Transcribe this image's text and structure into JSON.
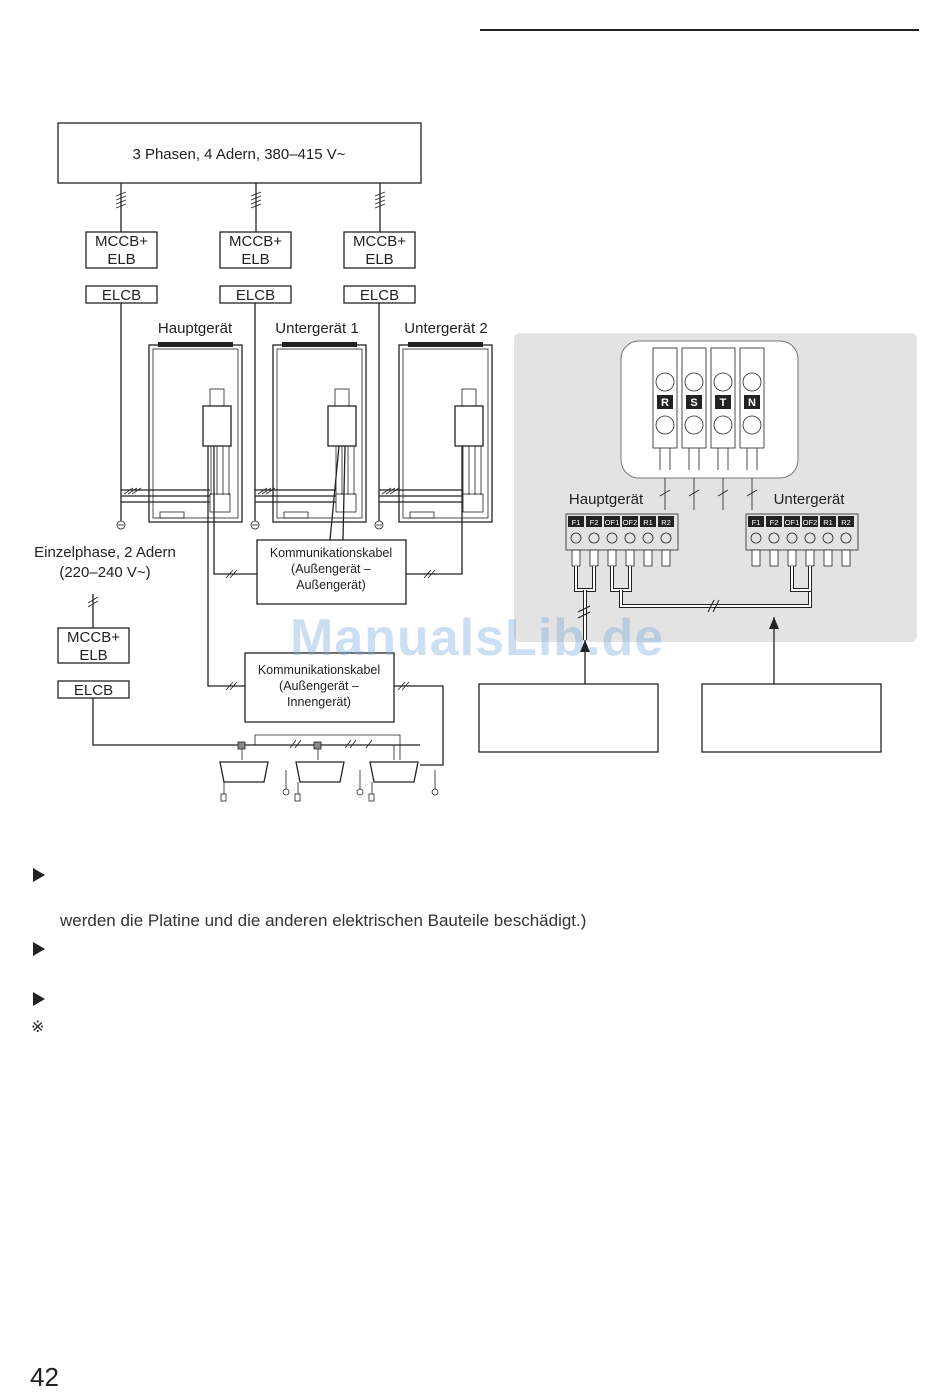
{
  "power_supply": {
    "three_phase": "3 Phasen, 4 Adern, 380–415 V~",
    "single_phase_line1": "Einzelphase, 2 Adern",
    "single_phase_line2": "(220–240 V~)"
  },
  "breakers": {
    "mccb_line1": "MCCB+",
    "mccb_line2": "ELB",
    "elcb": "ELCB"
  },
  "units": {
    "main": "Hauptgerät",
    "sub1": "Untergerät 1",
    "sub2": "Untergerät 2"
  },
  "cables": {
    "outdoor_outdoor": [
      "Kommunikationskabel",
      "(Außengerät –",
      "Außengerät)"
    ],
    "outdoor_indoor": [
      "Kommunikationskabel",
      "(Außengerät –",
      "Innengerät)"
    ]
  },
  "terminal_detail": {
    "power_terminals": [
      "R",
      "S",
      "T",
      "N"
    ],
    "main_label": "Hauptgerät",
    "sub_label": "Untergerät",
    "comm_terminals": [
      "F1",
      "F2",
      "OF1",
      "OF2",
      "R1",
      "R2"
    ]
  },
  "notes": {
    "line2": "werden die Platine und die anderen elektrischen Bauteile beschädigt.)",
    "reference_mark": "※"
  },
  "page_number": "42",
  "watermark": "ManualsLib.de",
  "colors": {
    "panel_bg": "#e3e3e3",
    "watermark": "#78aadc"
  }
}
